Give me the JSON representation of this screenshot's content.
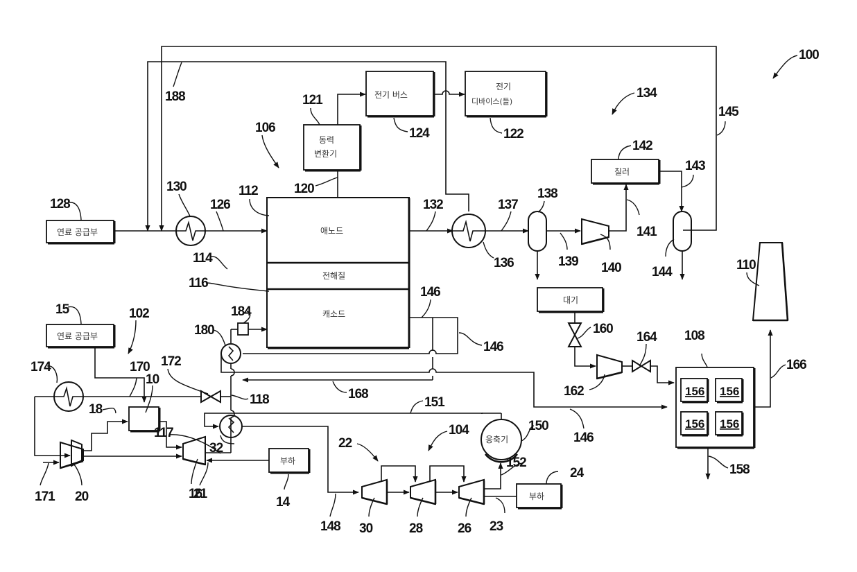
{
  "figure": {
    "system_ref": "100",
    "boxes": {
      "fuel_supply_top": {
        "ref": "128",
        "label": "연료 공급부"
      },
      "fuel_supply_bottom": {
        "ref": "15",
        "label": "연료 공급부"
      },
      "power_converter": {
        "ref": "121",
        "label_line1": "동력",
        "label_line2": "변환기"
      },
      "electric_bus": {
        "ref": "124",
        "label": "전기 버스"
      },
      "electrical_devices": {
        "ref": "122",
        "label_line1": "전기",
        "label_line2": "디바이스(들)"
      },
      "anode": {
        "ref": "112",
        "label": "애노드"
      },
      "electrolyte": {
        "ref": "114",
        "label": "전해질"
      },
      "cathode": {
        "ref": "116",
        "label": "캐소드"
      },
      "chiller": {
        "ref": "142",
        "label": "칠러"
      },
      "atmosphere": {
        "label": "대기"
      },
      "load_14": {
        "ref": "14",
        "label": "부하"
      },
      "load_24": {
        "ref": "24",
        "label": "부하"
      },
      "condenser": {
        "ref": "150",
        "label": "응축기"
      },
      "unit_108": {
        "ref": "108",
        "cells": [
          "156",
          "156",
          "156",
          "156"
        ]
      },
      "combustor_18": {
        "ref": "18"
      }
    },
    "refs": {
      "r100": "100",
      "r102": "102",
      "r104": "104",
      "r106": "106",
      "r108": "108",
      "r110": "110",
      "r112": "112",
      "r114": "114",
      "r116": "116",
      "r117": "117",
      "r118": "118",
      "r120": "120",
      "r121": "121",
      "r122": "122",
      "r124": "124",
      "r126": "126",
      "r128": "128",
      "r130": "130",
      "r132": "132",
      "r134": "134",
      "r136": "136",
      "r137": "137",
      "r138": "138",
      "r139": "139",
      "r140": "140",
      "r141": "141",
      "r142": "142",
      "r143": "143",
      "r144": "144",
      "r145": "145",
      "r146a": "146",
      "r146b": "146",
      "r146c": "146",
      "r148": "148",
      "r150": "150",
      "r151": "151",
      "r152": "152",
      "r158": "158",
      "r160": "160",
      "r162": "162",
      "r164": "164",
      "r166": "166",
      "r168": "168",
      "r170": "170",
      "r171": "171",
      "r172": "172",
      "r174": "174",
      "r180": "180",
      "r184": "184",
      "r188": "188",
      "r10": "10",
      "r14": "14",
      "r15": "15",
      "r16": "16",
      "r18": "18",
      "r20": "20",
      "r21": "21",
      "r22": "22",
      "r23": "23",
      "r24": "24",
      "r26": "26",
      "r28": "28",
      "r30": "30",
      "r32": "32"
    }
  }
}
